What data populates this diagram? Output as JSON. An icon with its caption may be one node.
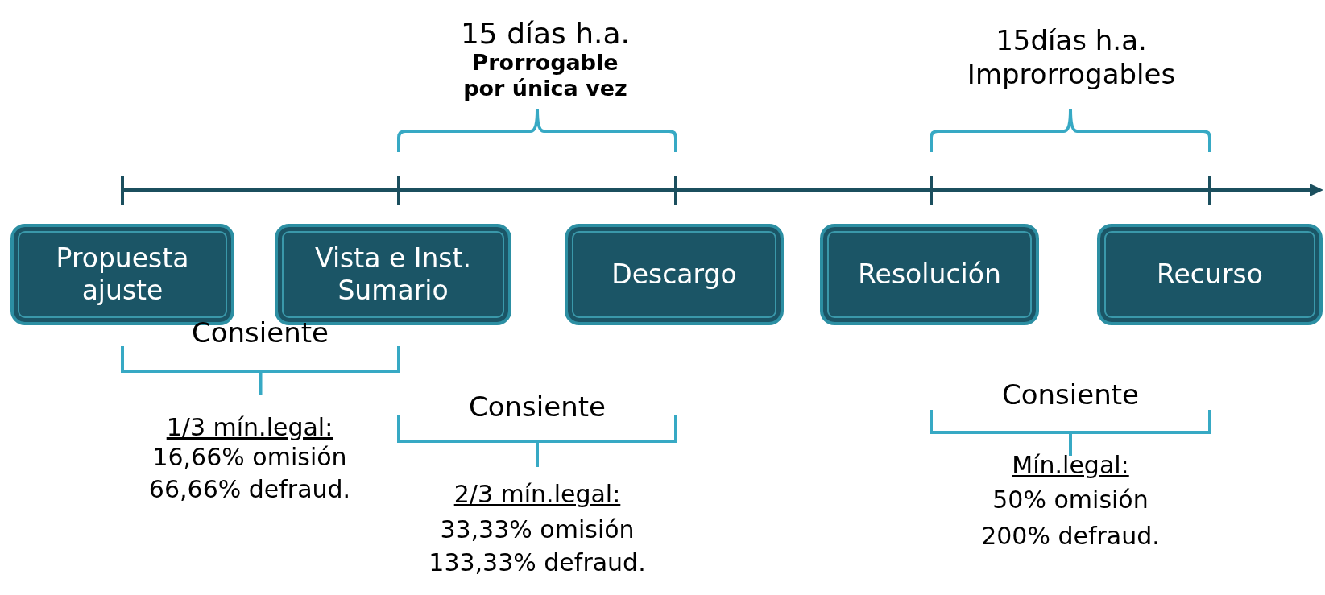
{
  "diagram": {
    "nodes": [
      {
        "text": [
          "Propuesta ajuste"
        ]
      },
      {
        "text": [
          "Vista e Inst. Sumario"
        ]
      },
      {
        "text": [
          "Descargo"
        ]
      },
      {
        "text": [
          "Resolución"
        ]
      },
      {
        "text": [
          "Recurso"
        ]
      }
    ],
    "labels": [
      "15 días h.a.",
      "Prorrogable por única vez",
      "15días h.a.",
      "Improrrogables",
      "Consiente",
      "Consiente",
      "Consiente",
      "1/3 mín.legal:",
      "16,66% omisión",
      "66,66% defraud.",
      "2/3 mín.legal:",
      "33,33% omisión",
      "133,33% defraud.",
      "Mín.legal:",
      "50% omisión",
      "200% defraud."
    ]
  }
}
